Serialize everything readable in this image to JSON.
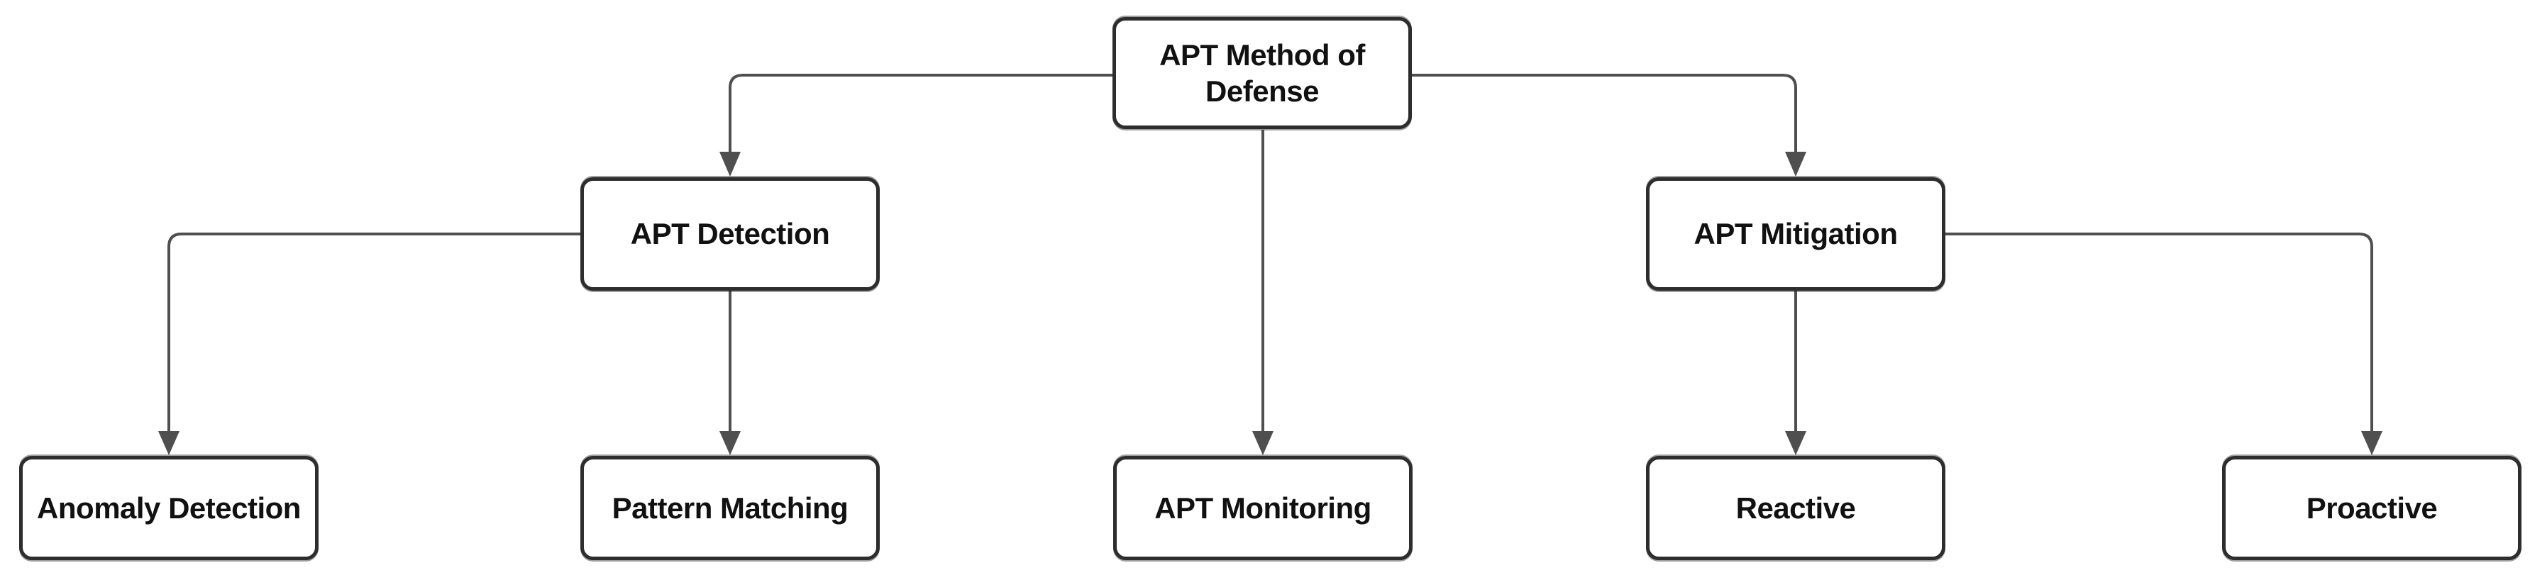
{
  "diagram": {
    "type": "flowchart-tree",
    "background_color": "#ffffff",
    "node_fill_color": "#ffffff",
    "node_border_color": "#2d2d2d",
    "connector_color": "#4f4f4f",
    "text_color": "#111111",
    "nodes": {
      "root": {
        "label": "APT Method of Defense",
        "level": 1
      },
      "detection": {
        "label": "APT Detection",
        "level": 2
      },
      "mitigation": {
        "label": "APT Mitigation",
        "level": 2
      },
      "anomaly": {
        "label": "Anomaly Detection",
        "level": 3
      },
      "pattern": {
        "label": "Pattern Matching",
        "level": 3
      },
      "monitoring": {
        "label": "APT Monitoring",
        "level": 3
      },
      "reactive": {
        "label": "Reactive",
        "level": 3
      },
      "proactive": {
        "label": "Proactive",
        "level": 3
      }
    },
    "edges": [
      {
        "from": "APT Method of Defense",
        "to": "APT Detection"
      },
      {
        "from": "APT Method of Defense",
        "to": "APT Monitoring"
      },
      {
        "from": "APT Method of Defense",
        "to": "APT Mitigation"
      },
      {
        "from": "APT Detection",
        "to": "Anomaly Detection"
      },
      {
        "from": "APT Detection",
        "to": "Pattern Matching"
      },
      {
        "from": "APT Mitigation",
        "to": "Reactive"
      },
      {
        "from": "APT Mitigation",
        "to": "Proactive"
      }
    ]
  }
}
